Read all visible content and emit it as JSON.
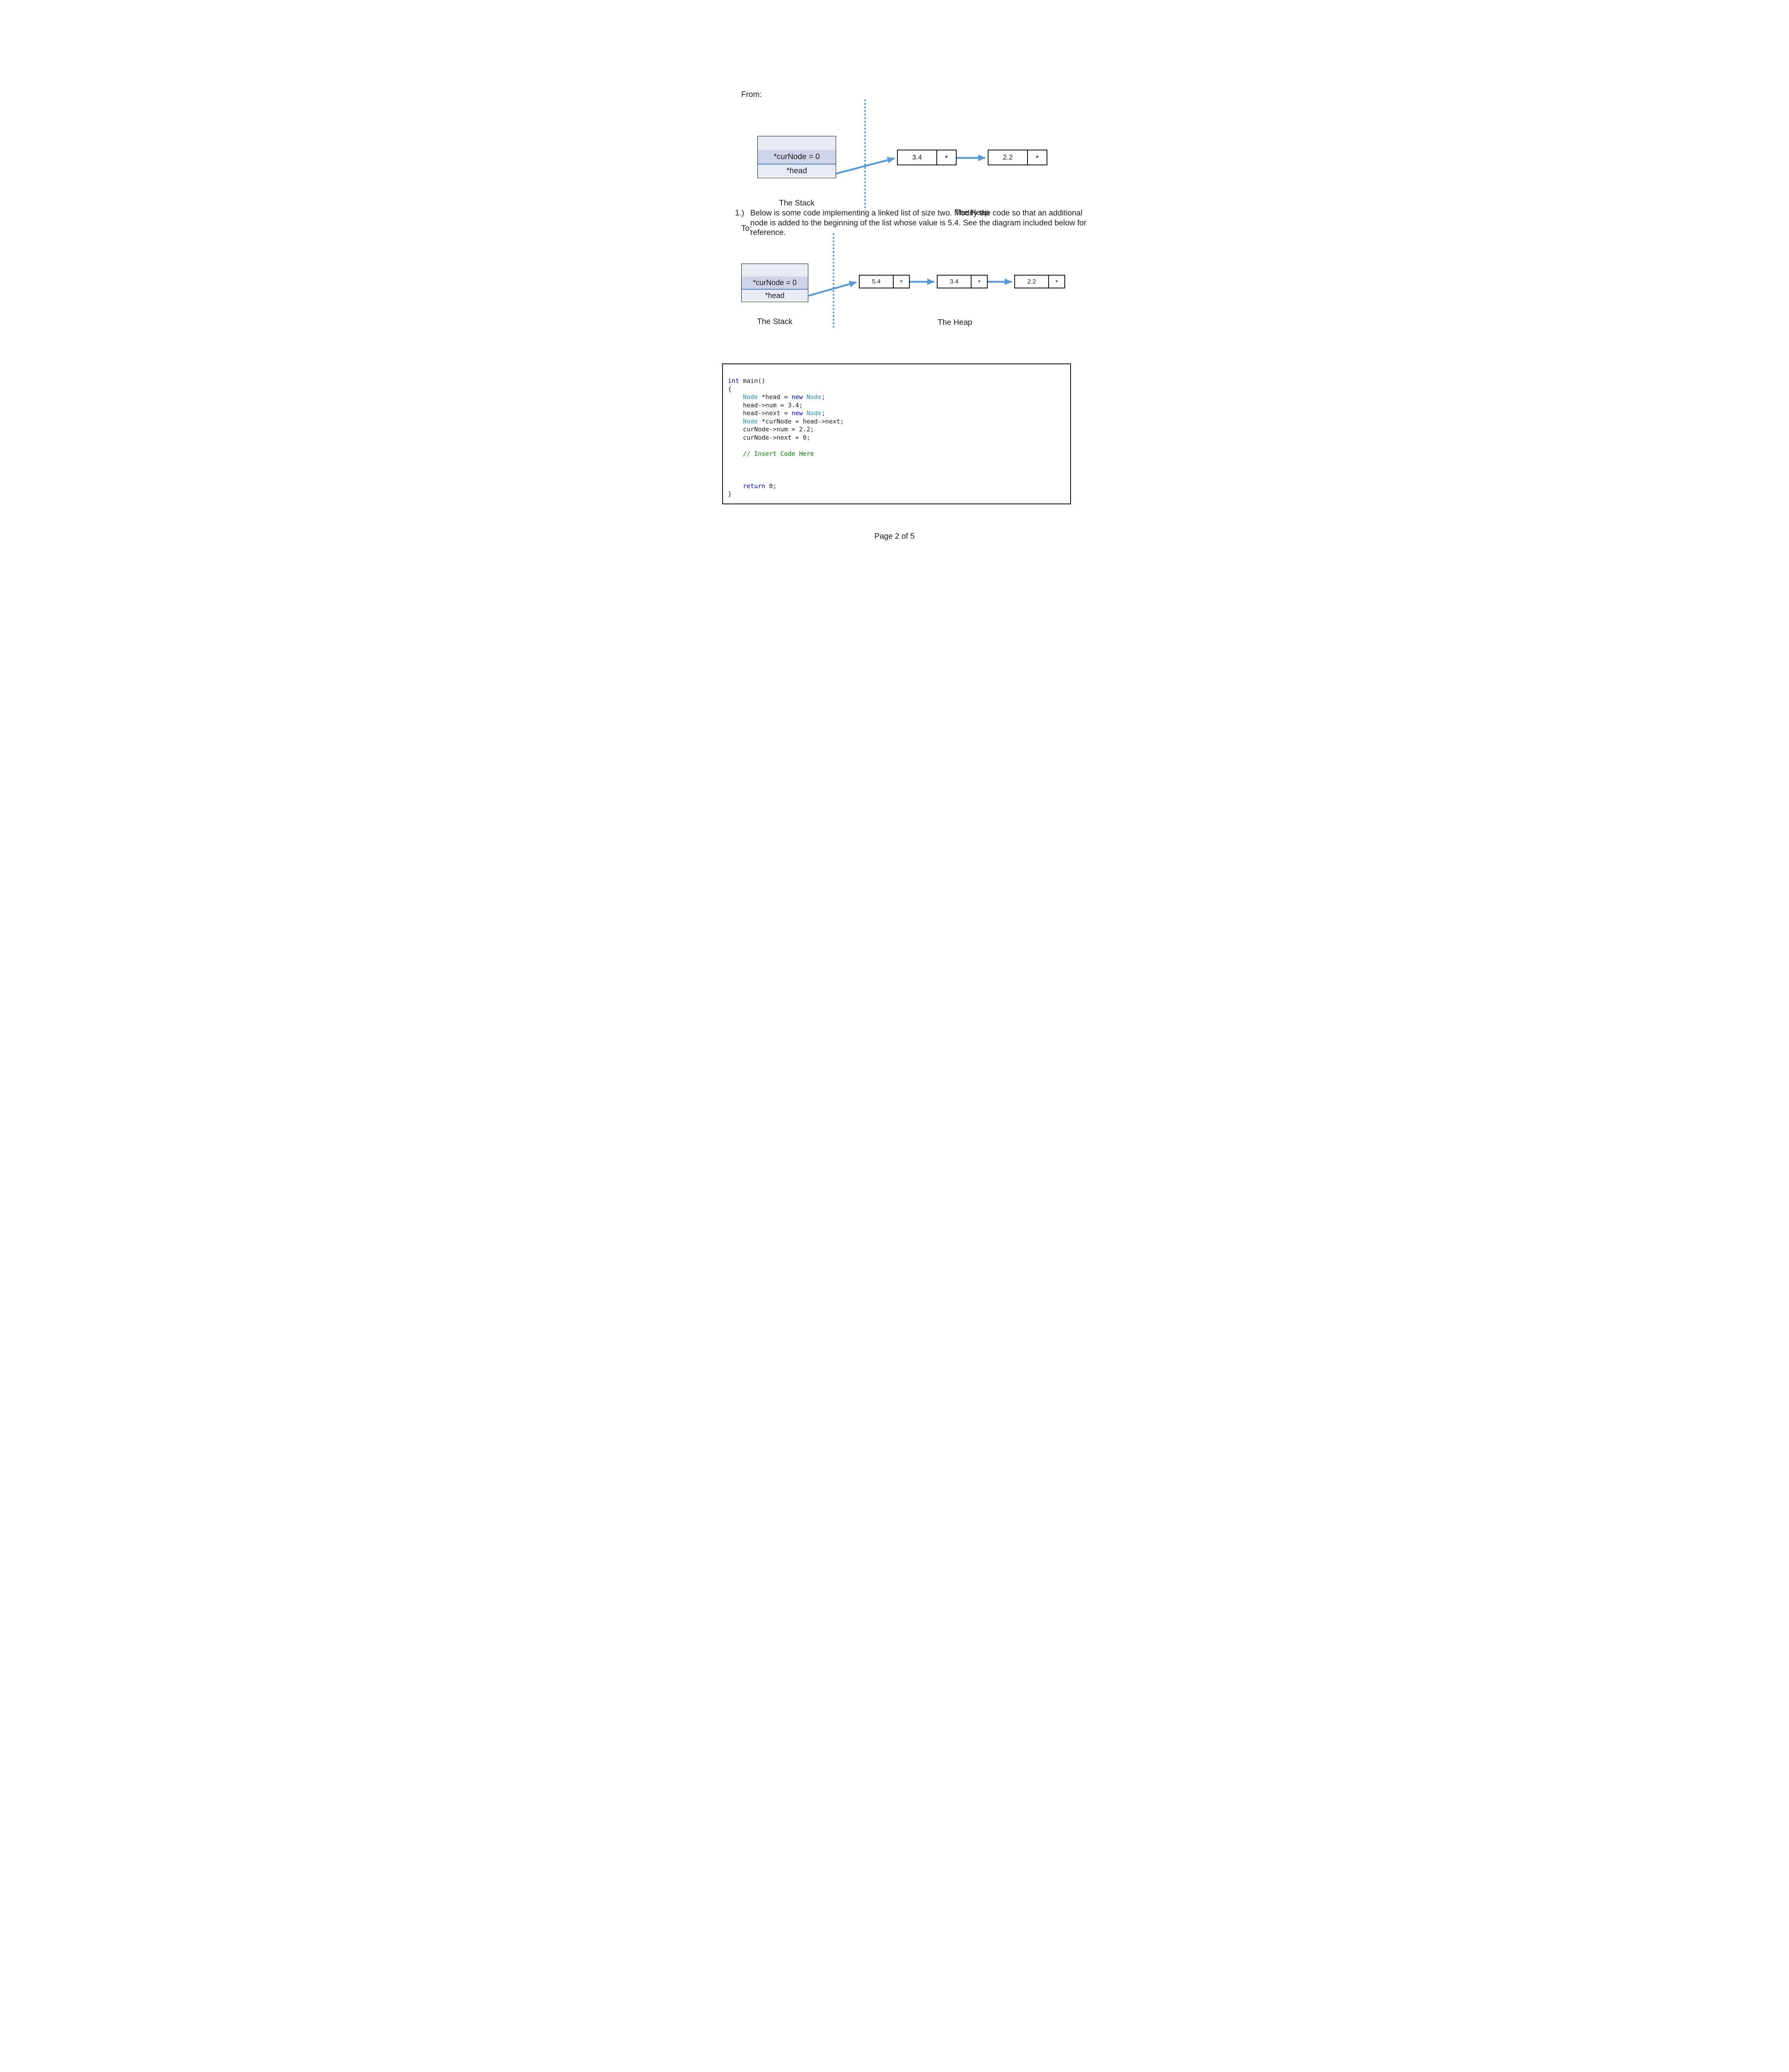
{
  "question": {
    "number": "1.)",
    "lines": [
      "Below is some code implementing a linked list of size two. Modify the code so that an additional",
      "node is added to the beginning of the list whose value is 5.4. See the diagram included below for",
      "reference."
    ]
  },
  "diagram_from": {
    "label": "From:",
    "stack_caption": "The Stack",
    "heap_caption": "The Heap",
    "stack_rows": {
      "top": "",
      "middle": "*curNode = 0",
      "bottom": "*head"
    },
    "nodes": [
      {
        "value": "3.4",
        "pointer": "*"
      },
      {
        "value": "2.2",
        "pointer": "*"
      }
    ]
  },
  "diagram_to": {
    "label": "To:",
    "stack_caption": "The Stack",
    "heap_caption": "The Heap",
    "stack_rows": {
      "top": "",
      "middle": "*curNode = 0",
      "bottom": "*head"
    },
    "nodes": [
      {
        "value": "5.4",
        "pointer": "*"
      },
      {
        "value": "3.4",
        "pointer": "*"
      },
      {
        "value": "2.2",
        "pointer": "*"
      }
    ]
  },
  "code": {
    "lines": [
      [
        {
          "t": "int",
          "c": "kw"
        },
        {
          "t": " main()",
          "c": "pl"
        }
      ],
      [
        {
          "t": "{",
          "c": "pl"
        }
      ],
      [
        {
          "t": "    ",
          "c": "pl"
        },
        {
          "t": "Node",
          "c": "ty"
        },
        {
          "t": " *head = ",
          "c": "pl"
        },
        {
          "t": "new",
          "c": "kw"
        },
        {
          "t": " ",
          "c": "pl"
        },
        {
          "t": "Node",
          "c": "ty"
        },
        {
          "t": ";",
          "c": "pl"
        }
      ],
      [
        {
          "t": "    head->num = 3.4;",
          "c": "pl"
        }
      ],
      [
        {
          "t": "    head->next = ",
          "c": "pl"
        },
        {
          "t": "new",
          "c": "kw"
        },
        {
          "t": " ",
          "c": "pl"
        },
        {
          "t": "Node",
          "c": "ty"
        },
        {
          "t": ";",
          "c": "pl"
        }
      ],
      [
        {
          "t": "    ",
          "c": "pl"
        },
        {
          "t": "Node",
          "c": "ty"
        },
        {
          "t": " *curNode = head->next;",
          "c": "pl"
        }
      ],
      [
        {
          "t": "    curNode->num = 2.2;",
          "c": "pl"
        }
      ],
      [
        {
          "t": "    curNode->next = 0;",
          "c": "pl"
        }
      ],
      [],
      [
        {
          "t": "    ",
          "c": "pl"
        },
        {
          "t": "// Insert Code Here",
          "c": "cm"
        }
      ],
      [],
      [],
      [],
      [
        {
          "t": "    ",
          "c": "pl"
        },
        {
          "t": "return",
          "c": "kw"
        },
        {
          "t": " 0;",
          "c": "pl"
        }
      ],
      [
        {
          "t": "}",
          "c": "pl"
        }
      ]
    ]
  },
  "footer": {
    "page_label": "Page 2 of 5"
  },
  "colors": {
    "diagram_blue": "#5b9bd5",
    "separator_blue": "#4f81bd",
    "stack_fill_light": "#e8eaf4",
    "stack_fill_dark": "#cfd4e8",
    "code_keyword": "#0000ff",
    "code_type": "#2b91af",
    "code_comment": "#008000"
  }
}
